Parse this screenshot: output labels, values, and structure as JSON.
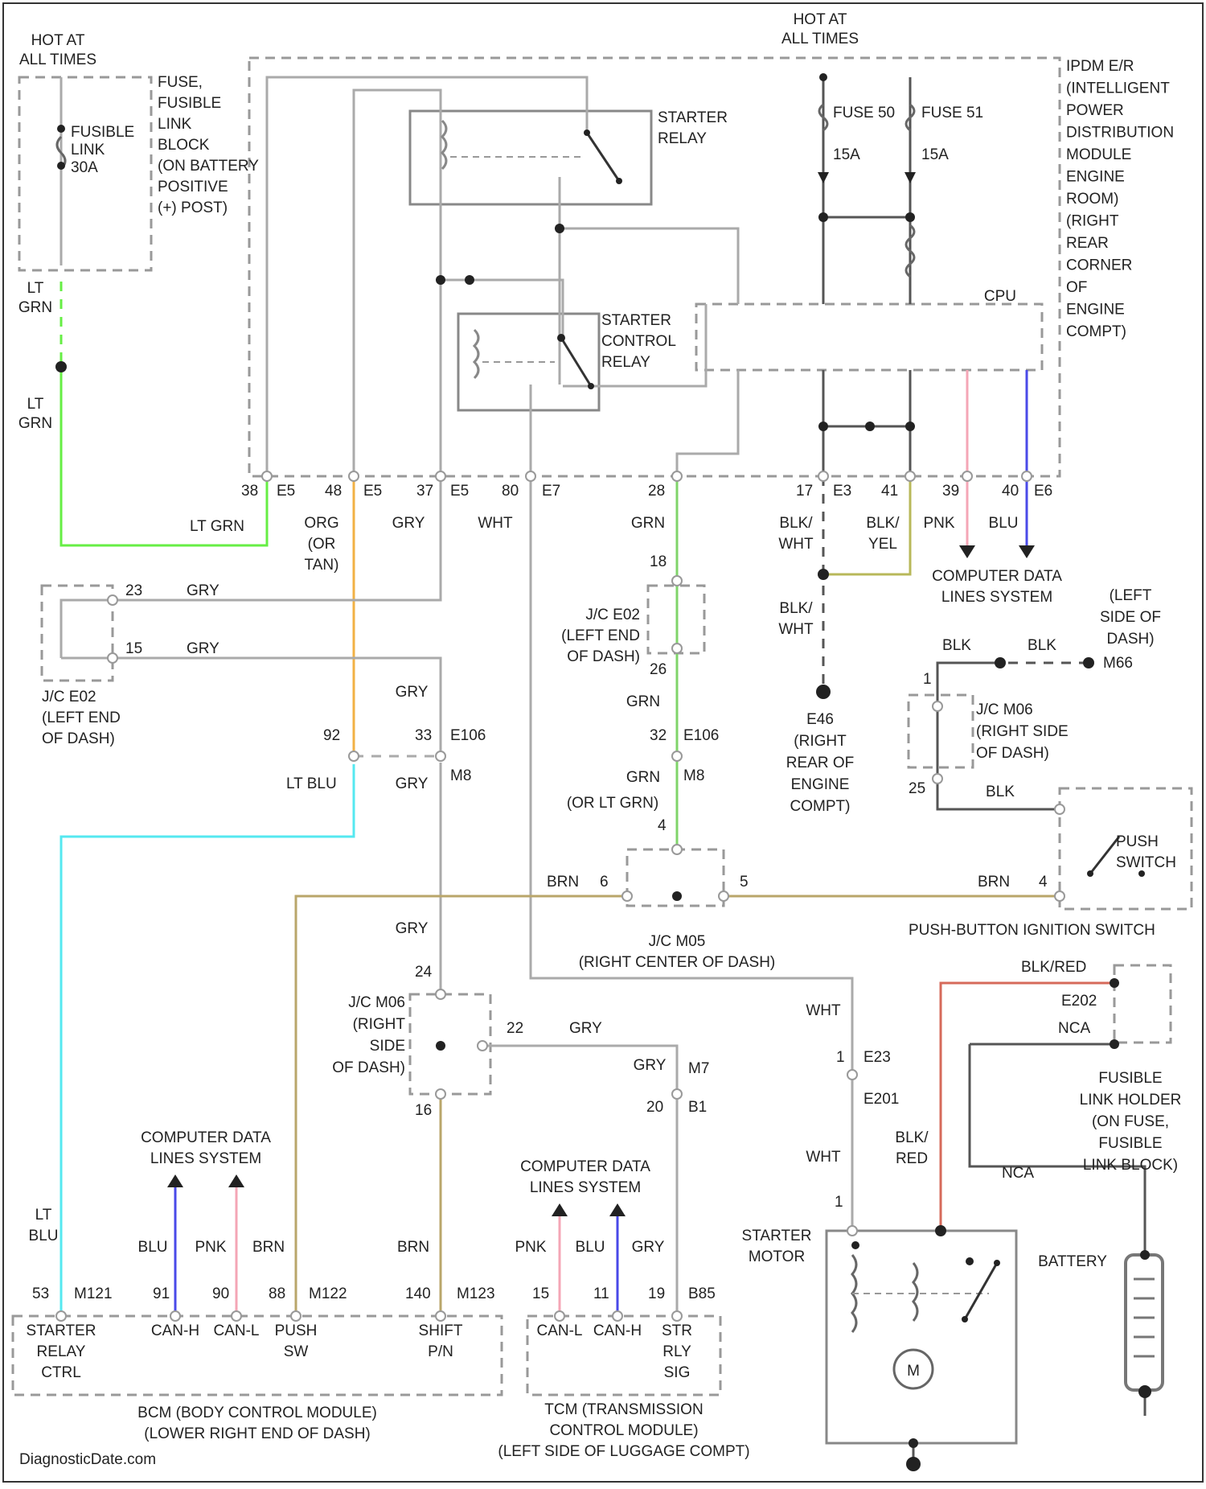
{
  "colors": {
    "lt_grn": "#66ee44",
    "org": "#f2b144",
    "lt_blu": "#55e8f0",
    "grn": "#7fd46a",
    "brn": "#b9a66a",
    "pnk": "#f4a6b6",
    "blu": "#4a4ae8",
    "blk_red": "#d66a5a",
    "gray_wire": "#aaaaaa",
    "dark_wire": "#555555",
    "yel_wire": "#b8b85a"
  },
  "labels": {
    "hot_at_all_times_left": [
      "HOT AT",
      "ALL TIMES"
    ],
    "hot_at_all_times_top": [
      "HOT AT",
      "ALL TIMES"
    ],
    "fusible_link": [
      "FUSIBLE",
      "LINK",
      "30A"
    ],
    "fuse_block": [
      "FUSE,",
      "FUSIBLE",
      "LINK",
      "BLOCK",
      "(ON BATTERY",
      "POSITIVE",
      "(+) POST)"
    ],
    "starter_relay": [
      "STARTER",
      "RELAY"
    ],
    "starter_control_relay": [
      "STARTER",
      "CONTROL",
      "RELAY"
    ],
    "fuse_50": "FUSE 50",
    "fuse_51": "FUSE 51",
    "fuse_50_amp": "15A",
    "fuse_51_amp": "15A",
    "cpu": "CPU",
    "ipdm": [
      "IPDM E/R",
      "(INTELLIGENT",
      "POWER",
      "DISTRIBUTION",
      "MODULE",
      "ENGINE",
      "ROOM)",
      "(RIGHT",
      "REAR",
      "CORNER",
      "OF",
      "ENGINE",
      "COMPT)"
    ],
    "lt_grn_a": [
      "LT",
      "GRN"
    ],
    "lt_grn_b": [
      "LT",
      "GRN"
    ],
    "lt_grn_c": "LT GRN",
    "pin_38": "38",
    "pin_e5_a": "E5",
    "pin_48": "48",
    "pin_e5_b": "E5",
    "pin_37": "37",
    "pin_e5_c": "E5",
    "pin_80": "80",
    "pin_e7": "E7",
    "pin_28": "28",
    "pin_17": "17",
    "pin_e3": "E3",
    "pin_41": "41",
    "pin_39": "39",
    "pin_40": "40",
    "pin_e6": "E6",
    "org_wire": [
      "ORG",
      "(OR",
      "TAN)"
    ],
    "gry_a": "GRY",
    "wht_a": "WHT",
    "grn_a": "GRN",
    "blk_wht_a": [
      "BLK/",
      "WHT"
    ],
    "blk_yel": [
      "BLK/",
      "YEL"
    ],
    "pnk_a": "PNK",
    "blu_a": "BLU",
    "cdl_right": [
      "COMPUTER DATA",
      "LINES SYSTEM"
    ],
    "jc_left_23": "23",
    "jc_left_gry1": "GRY",
    "jc_left_15": "15",
    "jc_left_gry2": "GRY",
    "jc_left_name": [
      "J/C E02",
      "(LEFT END",
      "OF DASH)"
    ],
    "gry_b": "GRY",
    "pin_92": "92",
    "pin_33": "33",
    "pin_e106_a": "E106",
    "lt_blu_a": "LT BLU",
    "gry_c": "GRY",
    "pin_m8_a": "M8",
    "pin_18": "18",
    "jc_e02_mid": [
      "J/C E02",
      "(LEFT END",
      "OF DASH)"
    ],
    "pin_26": "26",
    "grn_b": "GRN",
    "pin_32": "32",
    "pin_e106_b": "E106",
    "grn_c": "GRN",
    "pin_m8_b": "M8",
    "grn_or": "(OR LT GRN)",
    "pin_4_a": "4",
    "blk_wht_b": [
      "BLK/",
      "WHT"
    ],
    "e46": [
      "E46",
      "(RIGHT",
      "REAR OF",
      "ENGINE",
      "COMPT)"
    ],
    "left_side_dash": [
      "(LEFT",
      "SIDE OF",
      "DASH)"
    ],
    "blk_a": "BLK",
    "blk_b": "BLK",
    "pin_m66": "M66",
    "pin_1": "1",
    "jc_m06_r": [
      "J/C M06",
      "(RIGHT SIDE",
      "OF DASH)"
    ],
    "pin_25": "25",
    "blk_c": "BLK",
    "push_switch": [
      "PUSH",
      "SWITCH"
    ],
    "brn_a": "BRN",
    "pin_6": "6",
    "pin_5": "5",
    "brn_b": "BRN",
    "pin_4_b": "4",
    "push_button": "PUSH-BUTTON IGNITION SWITCH",
    "jc_m05": [
      "J/C M05",
      "(RIGHT CENTER OF DASH)"
    ],
    "gry_d": "GRY",
    "pin_24": "24",
    "jc_m06": [
      "J/C M06",
      "(RIGHT",
      "SIDE",
      "OF DASH)"
    ],
    "pin_22": "22",
    "gry_e": "GRY",
    "pin_16": "16",
    "gry_f": "GRY",
    "pin_m7": "M7",
    "pin_20": "20",
    "pin_b1": "B1",
    "wht_b": "WHT",
    "pin_1_e": "1",
    "pin_e23": "E23",
    "pin_e201": "E201",
    "wht_c": "WHT",
    "blk_red_a": "BLK/RED",
    "pin_e202": "E202",
    "nca_a": "NCA",
    "fl_holder": [
      "FUSIBLE",
      "LINK HOLDER",
      "(ON FUSE,",
      "FUSIBLE",
      "LINK BLOCK)"
    ],
    "blk_red_b": [
      "BLK/",
      "RED"
    ],
    "nca_b": "NCA",
    "cdl_bcm": [
      "COMPUTER DATA",
      "LINES SYSTEM"
    ],
    "cdl_tcm": [
      "COMPUTER DATA",
      "LINES SYSTEM"
    ],
    "lt_blu_b": [
      "LT",
      "BLU"
    ],
    "blu_b": "BLU",
    "pnk_b": "PNK",
    "brn_c": "BRN",
    "brn_d": "BRN",
    "pnk_c": "PNK",
    "blu_c": "BLU",
    "gry_g": "GRY",
    "pin_53": "53",
    "pin_m121": "M121",
    "pin_91": "91",
    "pin_90": "90",
    "pin_88": "88",
    "pin_m122": "M122",
    "pin_140": "140",
    "pin_m123": "M123",
    "pin_15": "15",
    "pin_11": "11",
    "pin_19": "19",
    "pin_b85": "B85",
    "bcm_starter": [
      "STARTER",
      "RELAY",
      "CTRL"
    ],
    "bcm_canh": "CAN-H",
    "bcm_canl": "CAN-L",
    "bcm_push": [
      "PUSH",
      "SW"
    ],
    "bcm_shift": [
      "SHIFT",
      "P/N"
    ],
    "tcm_canl": "CAN-L",
    "tcm_canh": "CAN-H",
    "tcm_str": [
      "STR",
      "RLY",
      "SIG"
    ],
    "bcm_name": [
      "BCM (BODY CONTROL MODULE)",
      "(LOWER RIGHT END OF DASH)"
    ],
    "tcm_name": [
      "TCM (TRANSMISSION",
      "CONTROL MODULE)",
      "(LEFT SIDE OF LUGGAGE COMPT)"
    ],
    "starter_motor": [
      "STARTER",
      "MOTOR"
    ],
    "pin_1_s": "1",
    "motor": "M",
    "battery": "BATTERY",
    "footer": "DiagnosticDate.com"
  }
}
